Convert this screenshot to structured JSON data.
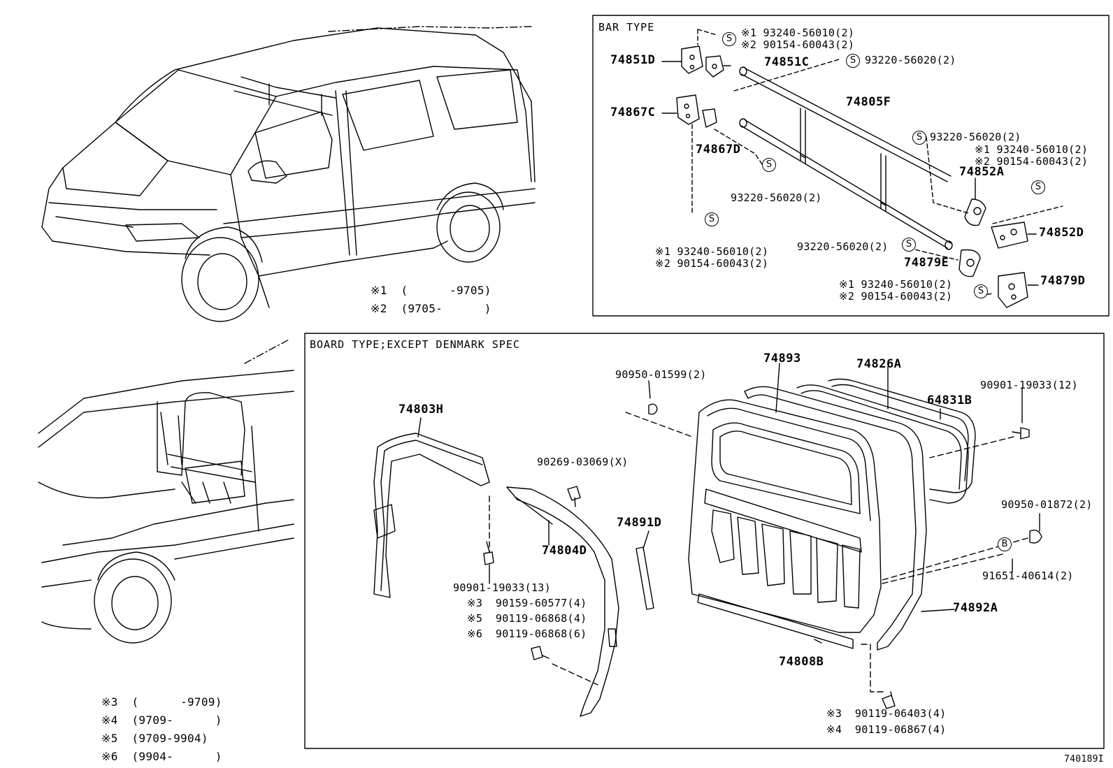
{
  "figure_id": "740189I",
  "bar_section": {
    "title": "BAR TYPE",
    "parts": {
      "p74851D": "74851D",
      "p74851C": "74851C",
      "p74805F": "74805F",
      "p74867C": "74867C",
      "p74867D": "74867D",
      "p74852A": "74852A",
      "p74852D": "74852D",
      "p74879E": "74879E",
      "p74879D": "74879D"
    },
    "callouts": {
      "c1a": "※1 93240-56010(2)",
      "c1b": "※2 90154-60043(2)",
      "c2": "93220-56020(2)",
      "c3": "93220-56020(2)",
      "c4a": "※1 93240-56010(2)",
      "c4b": "※2 90154-60043(2)",
      "c5": "93220-56020(2)",
      "c6a": "※1 93240-56010(2)",
      "c6b": "※2 90154-60043(2)",
      "c7": "93220-56020(2)",
      "c8a": "※1 93240-56010(2)",
      "c8b": "※2 90154-60043(2)"
    },
    "symbol": "S"
  },
  "board_section": {
    "title": "BOARD TYPE;EXCEPT DENMARK SPEC",
    "parts": {
      "p74803H": "74803H",
      "p74804D": "74804D",
      "p74891D": "74891D",
      "p74893": "74893",
      "p74826A": "74826A",
      "p64831B": "64831B",
      "p74892A": "74892A",
      "p74808B": "74808B"
    },
    "callouts": {
      "c1": "90950-01599(2)",
      "c2": "90901-19033(12)",
      "c3": "90269-03069(X)",
      "c4": "90950-01872(2)",
      "c5": "91651-40614(2)",
      "c6": "90901-19033(13)",
      "c7": "※3  90159-60577(4)",
      "c8": "※5  90119-06868(4)",
      "c9": "※6  90119-06868(6)",
      "c10": "※3  90119-06403(4)",
      "c11": "※4  90119-06867(4)"
    },
    "symbol": "B"
  },
  "notes_top": [
    "※1  (      -9705)",
    "※2  (9705-      )"
  ],
  "notes_bottom": [
    "※3  (      -9709)",
    "※4  (9709-      )",
    "※5  (9709-9904)",
    "※6  (9904-      )"
  ]
}
